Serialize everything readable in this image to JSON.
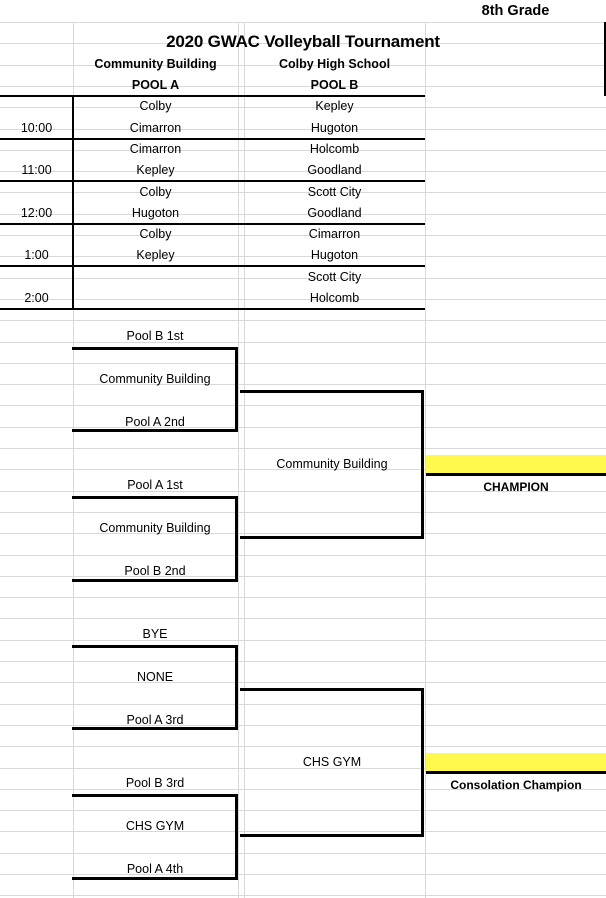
{
  "document": {
    "grade_label": "8th Grade",
    "title": "2020 GWAC Volleyball Tournament"
  },
  "colors": {
    "champion_highlight": "#FFF94D",
    "gridline": "#D9D9D9",
    "rule": "#000000",
    "background": "#FFFFFF"
  },
  "venues": {
    "pool_a_venue": "Community Building",
    "pool_b_venue": "Colby High School",
    "pool_a_label": "POOL A",
    "pool_b_label": "POOL B"
  },
  "schedule": {
    "time_column_header": "",
    "rounds": [
      {
        "time": "10:00",
        "pool_a": [
          "Colby",
          "Cimarron"
        ],
        "pool_b": [
          "Kepley",
          "Hugoton"
        ]
      },
      {
        "time": "11:00",
        "pool_a": [
          "Cimarron",
          "Kepley"
        ],
        "pool_b": [
          "Holcomb",
          "Goodland"
        ]
      },
      {
        "time": "12:00",
        "pool_a": [
          "Colby",
          "Hugoton"
        ],
        "pool_b": [
          "Scott City",
          "Goodland"
        ]
      },
      {
        "time": "1:00",
        "pool_a": [
          "Colby",
          "Kepley"
        ],
        "pool_b": [
          "Cimarron",
          "Hugoton"
        ]
      },
      {
        "time": "2:00",
        "pool_a": [
          "",
          ""
        ],
        "pool_b": [
          "Scott City",
          "Holcomb"
        ]
      }
    ]
  },
  "championship_bracket": {
    "semifinal_1": {
      "top_seed": "Pool B 1st",
      "venue": "Community Building",
      "bottom_seed": "Pool A 2nd"
    },
    "semifinal_2": {
      "top_seed": "Pool A 1st",
      "venue": "Community Building",
      "bottom_seed": "Pool B 2nd"
    },
    "final": {
      "venue": "Community Building"
    },
    "result_label": "CHAMPION"
  },
  "consolation_bracket": {
    "semifinal_1": {
      "top_seed": "BYE",
      "venue": "NONE",
      "bottom_seed": "Pool A 3rd"
    },
    "semifinal_2": {
      "top_seed": "Pool B 3rd",
      "venue": "CHS GYM",
      "bottom_seed": "Pool A 4th"
    },
    "final": {
      "venue": "CHS GYM"
    },
    "result_label": "Consolation Champion"
  }
}
